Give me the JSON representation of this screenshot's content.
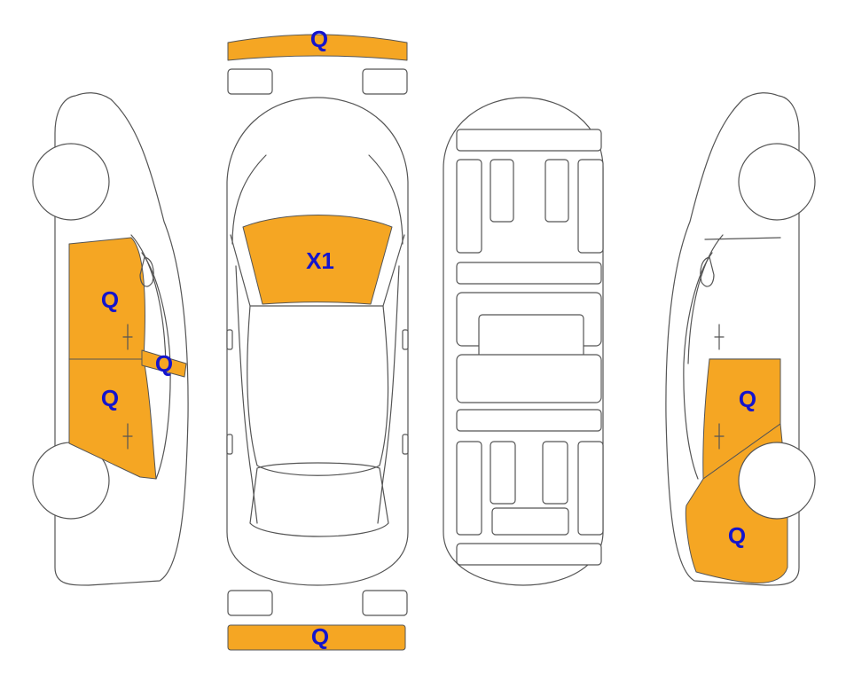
{
  "colors": {
    "damage": "#F5A623",
    "label": "#1414CC",
    "outline": "#555555"
  },
  "labels": {
    "front_bumper": "Q",
    "windshield": "X1",
    "left_front_door": "Q",
    "left_mirror": "Q",
    "left_rear_door": "Q",
    "right_rear_door": "Q",
    "right_rear_quarter": "Q",
    "rear_bumper": "Q"
  }
}
